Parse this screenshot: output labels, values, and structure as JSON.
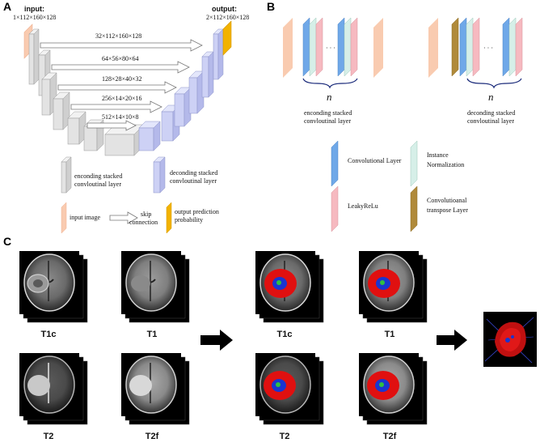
{
  "panels": {
    "a": {
      "letter": "A",
      "input_title": "input:",
      "input_dims": "1×112×160×128",
      "output_title": "output:",
      "output_dims": "2×112×160×128",
      "skip_labels": [
        "32×112×160×128",
        "64×56×80×64",
        "128×28×40×32",
        "256×14×20×16",
        "512×14×10×8"
      ],
      "legend": {
        "encoder_line1": "enconding stacked",
        "encoder_line2": "convloutinal layer",
        "decoder_line1": "deconding stacked",
        "decoder_line2": "convloutinal layer",
        "input_image": "input image",
        "skip_line1": "skip",
        "skip_line2": "connection",
        "output_line1": "output prediction",
        "output_line2": "probability"
      }
    },
    "b": {
      "letter": "B",
      "n_symbol": "n",
      "ellipsis": "· · ·",
      "encoder_line1": "enconding stacked",
      "encoder_line2": "convloutinal layer",
      "decoder_line1": "deconding stacked",
      "decoder_line2": "convloutinal layer",
      "legend": {
        "conv": "Convolutional Layer",
        "norm_line1": "Instance",
        "norm_line2": "Normalization",
        "relu": "LeakyReLu",
        "transpose_line1": "Convolutioanal",
        "transpose_line2": "transpose Layer"
      }
    },
    "c": {
      "letter": "C",
      "scan_labels_left": [
        "T1c",
        "T1",
        "T2",
        "T2f"
      ],
      "scan_labels_right": [
        "T1c",
        "T1",
        "T2",
        "T2f"
      ]
    }
  },
  "colors": {
    "input": "#f9cbb0",
    "encoder": "#e3e3e3",
    "decoder": "#cdd1f5",
    "output": "#f2b200",
    "conv": "#6fa8e8",
    "norm": "#d6efe8",
    "relu": "#f6b9c0",
    "transpose": "#b08a3a",
    "tumor": "#e01010",
    "core": "#1a35d0",
    "enhancing": "#30c040"
  }
}
